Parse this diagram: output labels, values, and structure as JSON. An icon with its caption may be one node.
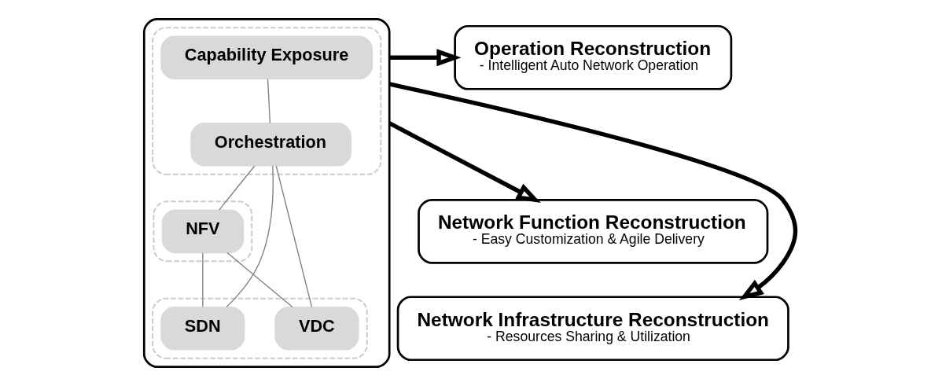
{
  "diagram": {
    "nodes": [
      {
        "text": [],
        "shape": "box"
      },
      {
        "text": [],
        "shape": "box",
        "in": 0
      },
      {
        "text": [
          "Capability Exposure"
        ],
        "in": 1
      },
      {
        "text": [
          "Orchestration"
        ],
        "in": 1
      },
      {
        "text": [],
        "shape": "box",
        "in": 0
      },
      {
        "text": [
          "NFV"
        ],
        "in": 4
      },
      {
        "text": [],
        "shape": "box",
        "in": 0
      },
      {
        "text": [
          "SDN"
        ],
        "in": 6
      },
      {
        "text": [
          "VDC"
        ],
        "in": 6
      },
      {
        "text": [
          "Operation Reconstruction",
          "- Intelligent Auto Network Operation"
        ]
      },
      {
        "text": [
          "Network Function Reconstruction",
          "- Easy Customization & Agile Delivery"
        ]
      },
      {
        "text": [
          "Network Infrastructure Reconstruction",
          "- Resources Sharing & Utilization"
        ]
      }
    ],
    "edges": [
      {
        "from": 2,
        "to": 3,
        "arrow": "none"
      },
      {
        "from": 3,
        "to": 5,
        "arrow": "none"
      },
      {
        "from": 3,
        "to": 7,
        "arrow": "none"
      },
      {
        "from": 3,
        "to": 8,
        "arrow": "none"
      },
      {
        "from": 5,
        "to": 7,
        "arrow": "none"
      },
      {
        "from": 5,
        "to": 8,
        "arrow": "none"
      },
      {
        "from": 0,
        "to": 9,
        "arrow": "to",
        "style": "thick",
        "color": "#000000"
      },
      {
        "from": 0,
        "to": 10,
        "arrow": "to",
        "style": "thick",
        "color": "#000000"
      },
      {
        "from": 0,
        "to": 11,
        "arrow": "to",
        "style": "thick",
        "color": "#000000"
      }
    ]
  }
}
